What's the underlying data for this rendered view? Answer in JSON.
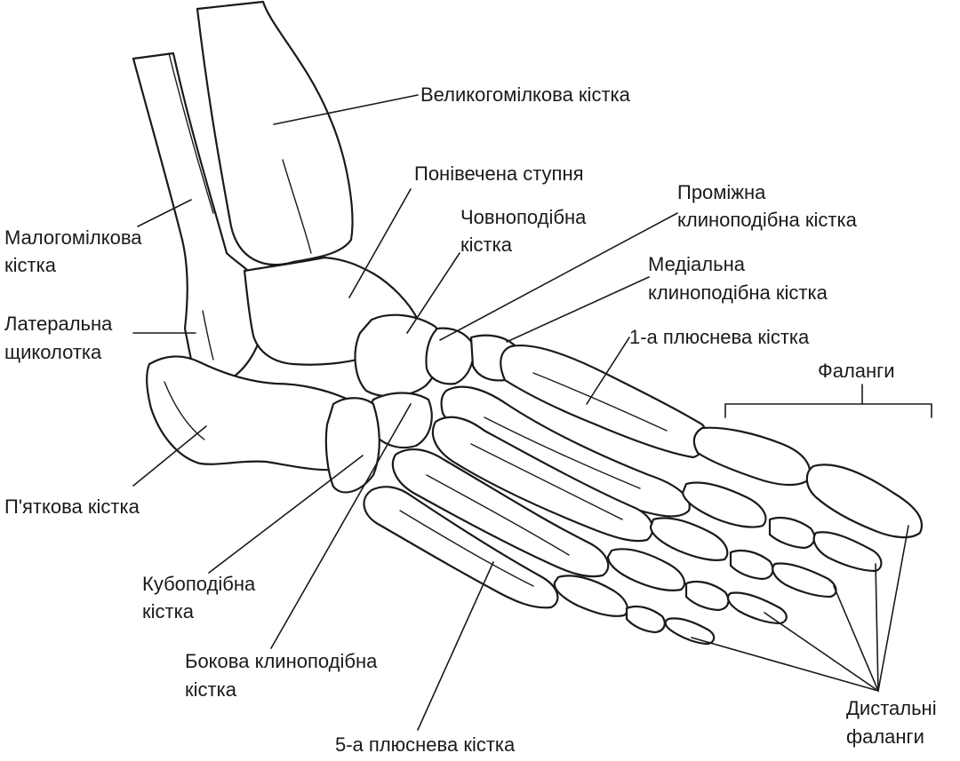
{
  "labels": {
    "tibia": "Великогомілкова кістка",
    "talus": "Понівечена ступня",
    "intermediate_cuneiform_1": "Проміжна",
    "intermediate_cuneiform_2": "клиноподібна кістка",
    "navicular_1": "Човноподібна",
    "navicular_2": "кістка",
    "medial_cuneiform_1": "Медіальна",
    "medial_cuneiform_2": "клиноподібна кістка",
    "fibula_1": "Малогомілкова",
    "fibula_2": "кістка",
    "lateral_malleolus_1": "Латеральна",
    "lateral_malleolus_2": "щиколотка",
    "first_metatarsal": "1-а плюснева кістка",
    "phalanges": "Фаланги",
    "calcaneus": "П'яткова кістка",
    "cuboid_1": "Кубоподібна",
    "cuboid_2": "кістка",
    "lateral_cuneiform_1": "Бокова клиноподібна",
    "lateral_cuneiform_2": "кістка",
    "fifth_metatarsal": "5-а плюснева кістка",
    "distal_phalanges_1": "Дистальні",
    "distal_phalanges_2": "фаланги"
  }
}
